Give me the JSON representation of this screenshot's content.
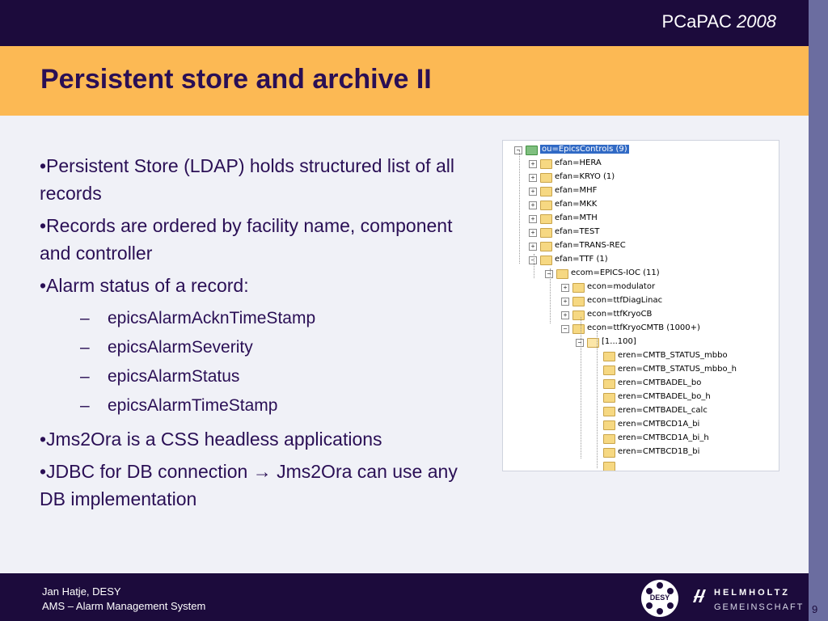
{
  "header": {
    "conference": "PCaPAC",
    "year": "2008"
  },
  "title": "Persistent store and archive II",
  "bullets": [
    "•Persistent Store (LDAP) holds structured list of all records",
    "•Records are ordered by facility name, component and controller",
    "•Alarm status of a record:"
  ],
  "sub_bullets": [
    "epicsAlarmAcknTimeStamp",
    "epicsAlarmSeverity",
    "epicsAlarmStatus",
    "epicsAlarmTimeStamp"
  ],
  "bullets_after": [
    "•Jms2Ora is a CSS headless applications",
    "•JDBC for DB connection → Jms2Ora can use any DB implementation"
  ],
  "tree": {
    "root": "ou=EpicsControls (9)",
    "facilities": [
      "efan=HERA",
      "efan=KRYO (1)",
      "efan=MHF",
      "efan=MKK",
      "efan=MTH",
      "efan=TEST",
      "efan=TRANS-REC",
      "efan=TTF (1)"
    ],
    "component": "ecom=EPICS-IOC (11)",
    "controllers": [
      "econ=modulator",
      "econ=ttfDiagLinac",
      "econ=ttfKryoCB",
      "econ=ttfKryoCMTB (1000+)"
    ],
    "range": "[1...100]",
    "records": [
      "eren=CMTB_STATUS_mbbo",
      "eren=CMTB_STATUS_mbbo_h",
      "eren=CMTBADEL_bo",
      "eren=CMTBADEL_bo_h",
      "eren=CMTBADEL_calc",
      "eren=CMTBCD1A_bi",
      "eren=CMTBCD1A_bi_h",
      "eren=CMTBCD1B_bi"
    ]
  },
  "footer": {
    "author": "Jan Hatje, DESY",
    "subtitle": "AMS – Alarm Management System",
    "page": "9"
  },
  "logos": {
    "desy": "DESY",
    "helmholtz_1": "HELMHOLTZ",
    "helmholtz_2": "GEMEINSCHAFT"
  }
}
